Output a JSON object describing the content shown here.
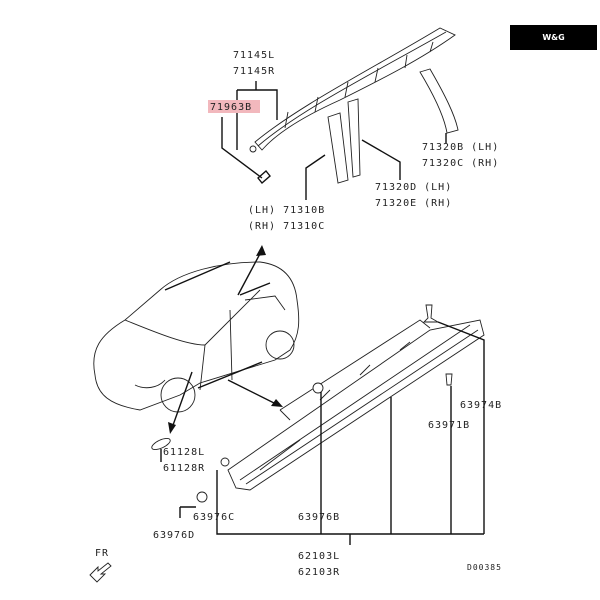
{
  "badge": {
    "text": "W&G"
  },
  "labels": {
    "roof_l": "71145L",
    "roof_r": "71145R",
    "clip": "71963B",
    "rear_pillar_lh": "71320B (LH)",
    "rear_pillar_rh": "71320C (RH)",
    "center_pillar_lh": "71320D (LH)",
    "center_pillar_rh": "71320E (RH)",
    "front_pillar_lh": "(LH) 71310B",
    "front_pillar_rh": "(RH) 71310C",
    "lamp_l": "61128L",
    "lamp_r": "61128R",
    "clip_974": "63974B",
    "clip_971": "63971B",
    "clip_976c": "63976C",
    "clip_976b": "63976B",
    "clip_976d": "63976D",
    "sill_l": "62103L",
    "sill_r": "62103R",
    "diagram_id": "D00385",
    "front": "FR"
  },
  "colors": {
    "highlight": "#f2b8bd"
  }
}
